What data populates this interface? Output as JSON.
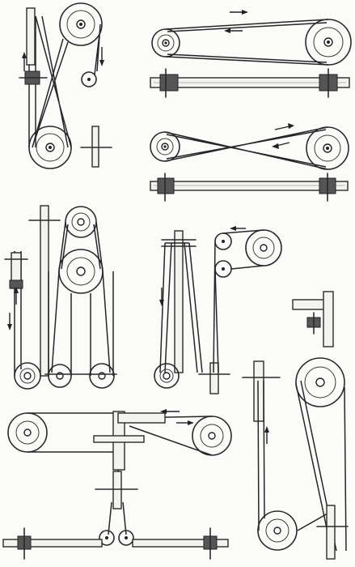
{
  "figure": {
    "title": "",
    "caption": "",
    "labels": []
  },
  "colors": {
    "paper": "#fbfbf9",
    "ink": "#2a2a2a"
  },
  "mechanisms": [
    {
      "id": "a",
      "kind": "vertical open belt drive"
    },
    {
      "id": "b",
      "kind": "horizontal open belt drive"
    },
    {
      "id": "c",
      "kind": "horizontal crossed belt drive"
    },
    {
      "id": "d",
      "kind": "open belt drive to vertical pulley stack"
    },
    {
      "id": "e",
      "kind": "quarter-twist belt drive"
    },
    {
      "id": "f",
      "kind": "belt drive with guide pulleys"
    },
    {
      "id": "g",
      "kind": "compound belt drive with idler pulleys"
    }
  ]
}
